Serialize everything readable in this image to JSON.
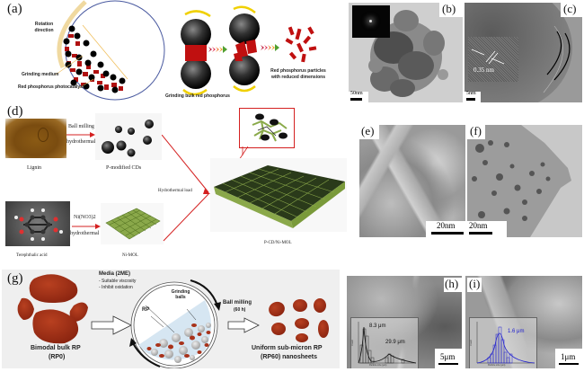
{
  "figure": {
    "panel_a": {
      "label": "(a)",
      "rotation_direction": "Rotation direction",
      "grinding_medium": "Grinding medium",
      "photocatalyst": "Red phosphorus photocatalyst",
      "grinding_bulk": "Grinding bulk red phosphorus",
      "reduced_particles": "Red phosphorus particles with reduced dimensions"
    },
    "panel_b": {
      "label": "(b)",
      "scale_bar": "50nm"
    },
    "panel_c": {
      "label": "(c)",
      "scale_bar": "5nm",
      "lattice_spacing": "0.35 nm"
    },
    "panel_d": {
      "label": "(d)",
      "lignin": "Lignin",
      "ball_milling": "Ball milling",
      "hydrothermal_1": "hydrothermal",
      "p_modified_cds": "P-modified CDs",
      "terephthalic_acid": "Terephthalic acid",
      "ni_no3": "Ni(NO3)2",
      "hydrothermal_2": "hydrothermal",
      "ni_mol": "Ni-MOL",
      "hydrothermal_load": "Hydrothermal load",
      "product": "P-CD/Ni-MOL"
    },
    "panel_e": {
      "label": "(e)",
      "scale_bar": "20nm"
    },
    "panel_f": {
      "label": "(f)",
      "scale_bar": "20nm"
    },
    "panel_g": {
      "label": "(g)",
      "media_title": "Media (2ME)",
      "media_point_1": "- Suitable viscosity",
      "media_point_2": "- Inhibit oxidation",
      "grinding_balls": "Grinding balls",
      "rp": "RP",
      "ball_milling": "Ball milling",
      "duration": "(60 h)",
      "bulk_title": "Bimodal bulk RP",
      "bulk_sub": "(RP0)",
      "uniform_title": "Uniform sub-micron RP",
      "uniform_sub": "(RP60) nanosheets"
    },
    "panel_h": {
      "label": "(h)",
      "scale_bar": "5μm",
      "peak_1": "8.3 μm",
      "peak_2": "29.9 μm",
      "inset_xlabel": "Particle size (μm)",
      "inset_ylabel": "Count"
    },
    "panel_i": {
      "label": "(i)",
      "scale_bar": "1μm",
      "peak": "1.6 μm",
      "inset_xlabel": "Particle size (μm)",
      "inset_ylabel": "Count"
    },
    "colors": {
      "red_phosphorus": "#b01010",
      "rp_brown": "#a8321a",
      "arrow_red": "#d42020",
      "mof_green": "#7a9a3a",
      "inset_blue": "#2020d0",
      "panel_g_bg": "#efefef"
    }
  }
}
